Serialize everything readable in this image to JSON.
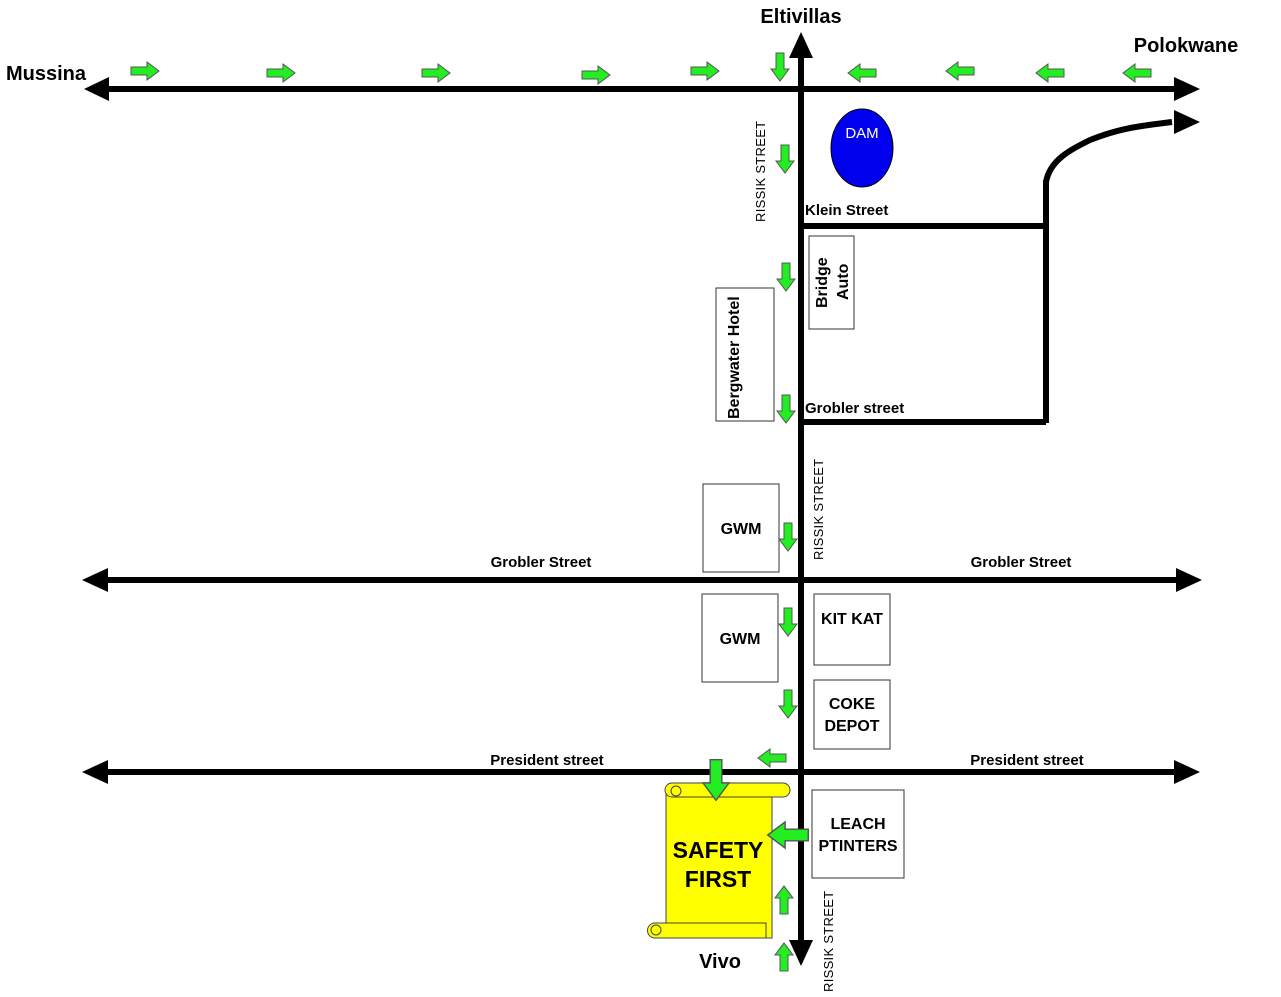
{
  "destinations": {
    "north": "Eltivillas",
    "west": "Mussina",
    "east": "Polokwane",
    "south": "Vivo"
  },
  "streets": {
    "rissik_top": "RISSIK STREET",
    "rissik_mid": "RISSIK STREET",
    "rissik_bottom": "RISSIK STREET",
    "klein": "Klein Street",
    "grobler_small": "Grobler street",
    "grobler_left": "Grobler Street",
    "grobler_right": "Grobler Street",
    "president_left": "President street",
    "president_right": "President street"
  },
  "landmarks": {
    "dam": "DAM",
    "bridge_auto_line1": "Bridge",
    "bridge_auto_line2": "Auto",
    "bergwater_hotel": "Bergwater Hotel",
    "gwm_north": "GWM",
    "gwm_south": "GWM",
    "kit_kat": "KIT KAT",
    "coke_depot_line1": "COKE",
    "coke_depot_line2": "DEPOT",
    "leach_line1": "LEACH",
    "leach_line2": "PTINTERS"
  },
  "destination_sign": {
    "line1": "SAFETY",
    "line2": "FIRST"
  },
  "colors": {
    "road": "#000000",
    "route_arrow": "#22ee22",
    "dam": "#0000ee",
    "sign": "#ffff00"
  }
}
